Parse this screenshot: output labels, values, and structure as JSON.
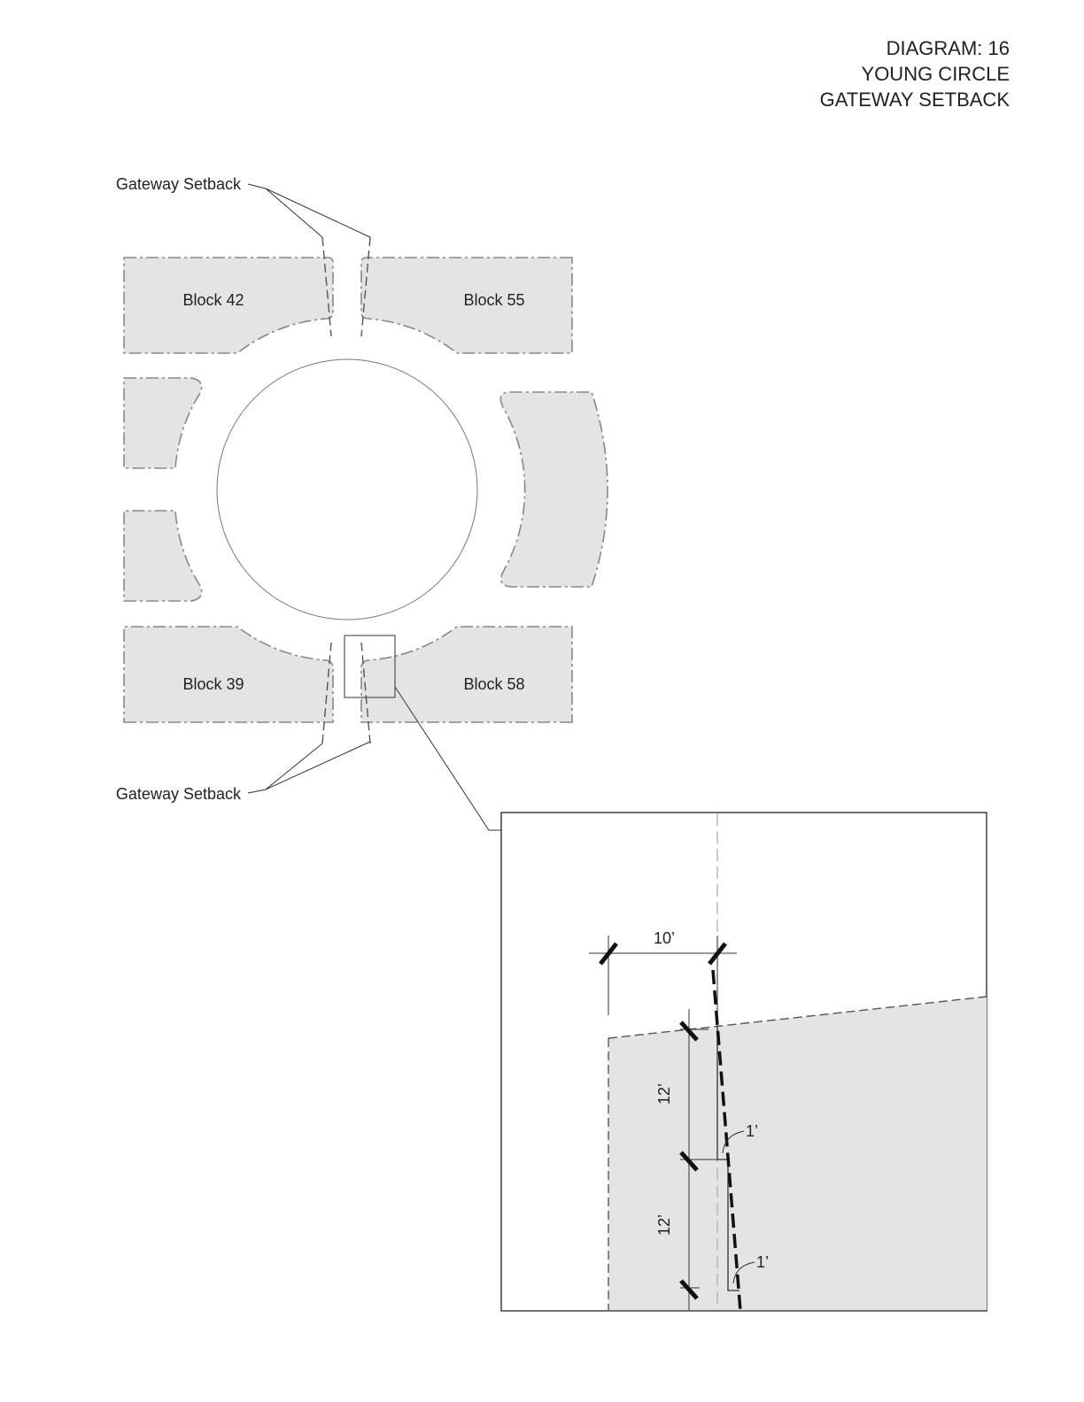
{
  "title": {
    "line1": "DIAGRAM:  16",
    "line2": "YOUNG CIRCLE",
    "line3": "GATEWAY SETBACK"
  },
  "labels": {
    "gateway_top": "Gateway Setback",
    "gateway_bottom": "Gateway Setback"
  },
  "blocks": {
    "nw": "Block 42",
    "ne": "Block 55",
    "sw": "Block 39",
    "se": "Block 58"
  },
  "detail": {
    "width_dim": "10’",
    "step1_dim": "12’",
    "step2_dim": "12’",
    "offset1": "1’",
    "offset2": "1’"
  },
  "colors": {
    "block_fill": "#e4e4e3"
  }
}
